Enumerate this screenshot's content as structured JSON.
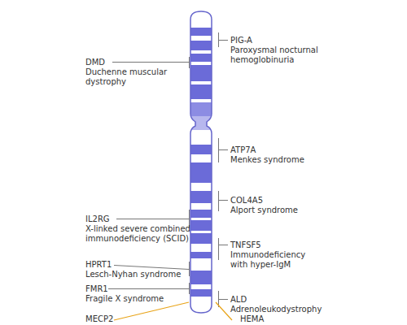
{
  "diagram": {
    "labels": [
      "PIG-A",
      "Paroxysmal nocturnal hemoglobinuria",
      "DMD",
      "Duchenne muscular dystrophy",
      "ATP7A",
      "Menkes syndrome",
      "COL4A5",
      "Alport syndrome",
      "IL2RG",
      "X-linked severe combined immunodeficiency (SCID)",
      "TNFSF5",
      "Immunodeficiency with hyper-IgM",
      "HPRT1",
      "Lesch-Nyhan syndrome",
      "FMR1",
      "Fragile X syndrome",
      "ALD",
      "Adrenoleukodystrophy",
      "MECP2",
      "HEMA"
    ]
  }
}
